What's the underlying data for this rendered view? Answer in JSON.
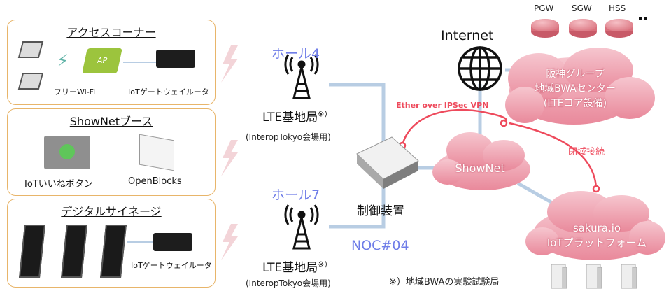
{
  "panels": {
    "access": {
      "title": "アクセスコーナー",
      "wifi_label": "フリーWi-Fi",
      "gateway_label": "IoTゲートウェイルータ",
      "ap_label": "AP"
    },
    "shownet_booth": {
      "title": "ShowNetブース",
      "button_label": "IoTいいねボタン",
      "openblocks_label": "OpenBlocks"
    },
    "signage": {
      "title": "デジタルサイネージ",
      "gateway_label": "IoTゲートウェイルータ"
    }
  },
  "halls": {
    "hall4": {
      "name": "ホール4",
      "station": "LTE基地局",
      "mark": "※）",
      "venue": "(InteropTokyo会場用)"
    },
    "hall7": {
      "name": "ホール7",
      "station": "LTE基地局",
      "mark": "※）",
      "venue": "(InteropTokyo会場用)"
    }
  },
  "controller": {
    "label": "制御装置",
    "noc": "NOC#04"
  },
  "internet": {
    "label": "Internet"
  },
  "routers": [
    "PGW",
    "SGW",
    "HSS"
  ],
  "clouds": {
    "hanshin": [
      "阪神グループ",
      "地域BWAセンター",
      "(LTEコア設備)"
    ],
    "shownet": "ShowNet",
    "sakura": [
      "sakura.io",
      "IoTプラットフォーム"
    ]
  },
  "links": {
    "vpn": "Ether over IPSec VPN",
    "closed": "閉域接続"
  },
  "footnote": "※）地域BWAの実験試験局",
  "colors": {
    "accent_blue": "#6f7de8",
    "cloud_pink": "#f0a8b4",
    "link_red": "#ee4a5c",
    "panel_border": "#e8b56a"
  }
}
